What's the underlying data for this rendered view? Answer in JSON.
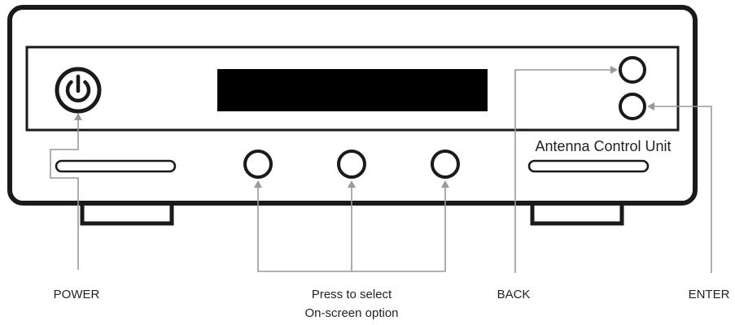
{
  "device": {
    "model_label": "Antenna Control Unit"
  },
  "callouts": {
    "power": "POWER",
    "select_line1": "Press to select",
    "select_line2": "On-screen option",
    "back": "BACK",
    "enter": "ENTER"
  },
  "colors": {
    "outline": "#1a1a1a",
    "display": "#000000",
    "leader_line": "#9a9a9a",
    "text": "#222222"
  },
  "icons": {
    "power": "power-icon"
  }
}
